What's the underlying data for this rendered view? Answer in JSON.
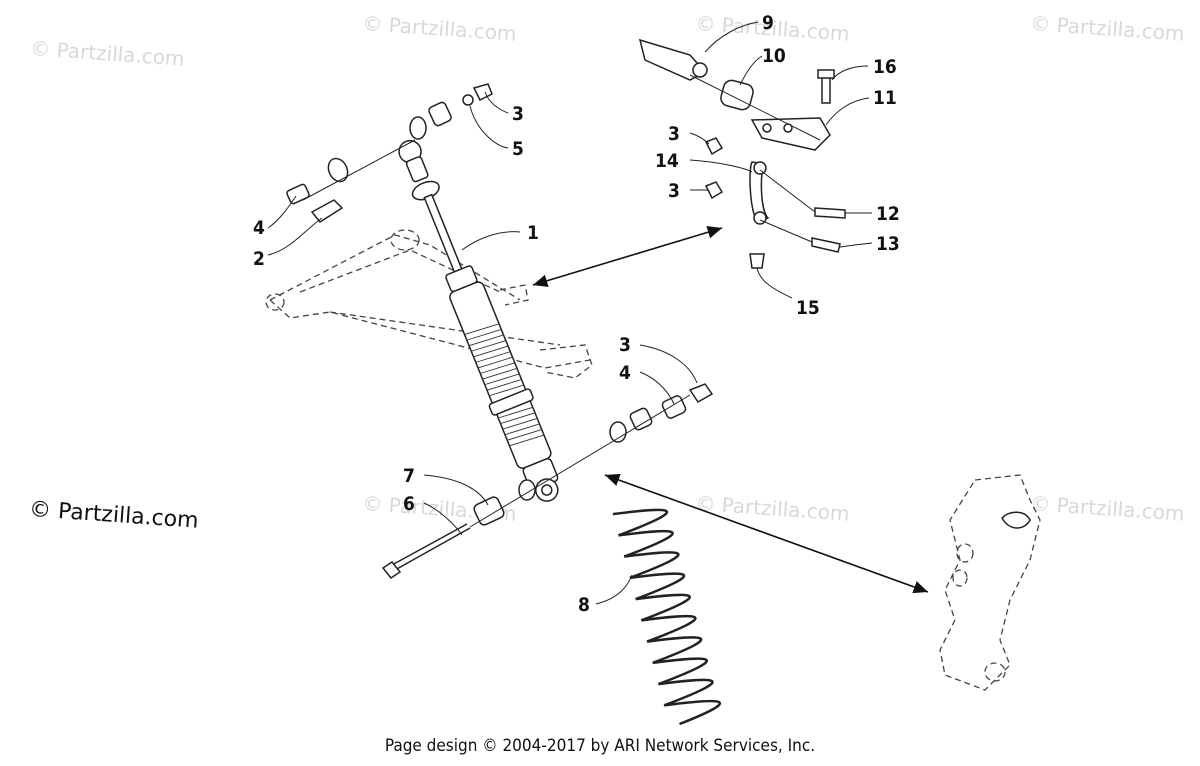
{
  "watermark": "© Partzilla.com",
  "side_watermark": "© Partzilla.com",
  "footer": "Page design © 2004-2017 by ARI Network Services, Inc.",
  "callouts": {
    "c1": "1",
    "c2": "2",
    "c3a": "3",
    "c3b": "3",
    "c3c": "3",
    "c3d": "3",
    "c4a": "4",
    "c4b": "4",
    "c5": "5",
    "c6": "6",
    "c7": "7",
    "c8": "8",
    "c9": "9",
    "c10": "10",
    "c11": "11",
    "c12": "12",
    "c13": "13",
    "c14": "14",
    "c15": "15",
    "c16": "16"
  }
}
